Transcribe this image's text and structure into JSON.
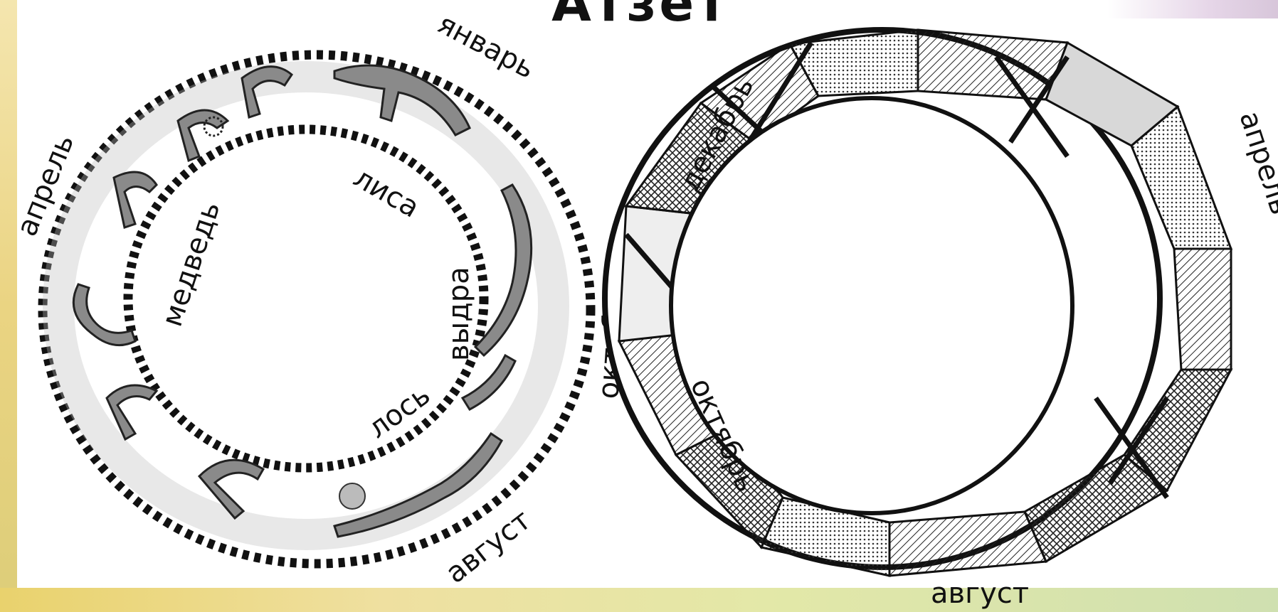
{
  "title": "Атзет",
  "left_calendar": {
    "outer_labels": {
      "january": "январь",
      "april": "апрель",
      "october": "октябрь",
      "august": "август"
    },
    "inner_labels": {
      "fox": "лиса",
      "bear": "медведь",
      "otter": "выдра",
      "elk": "лось"
    }
  },
  "right_calendar": {
    "labels": {
      "december": "декабрь",
      "april": "апрель",
      "october": "октябрь",
      "august": "август"
    }
  }
}
